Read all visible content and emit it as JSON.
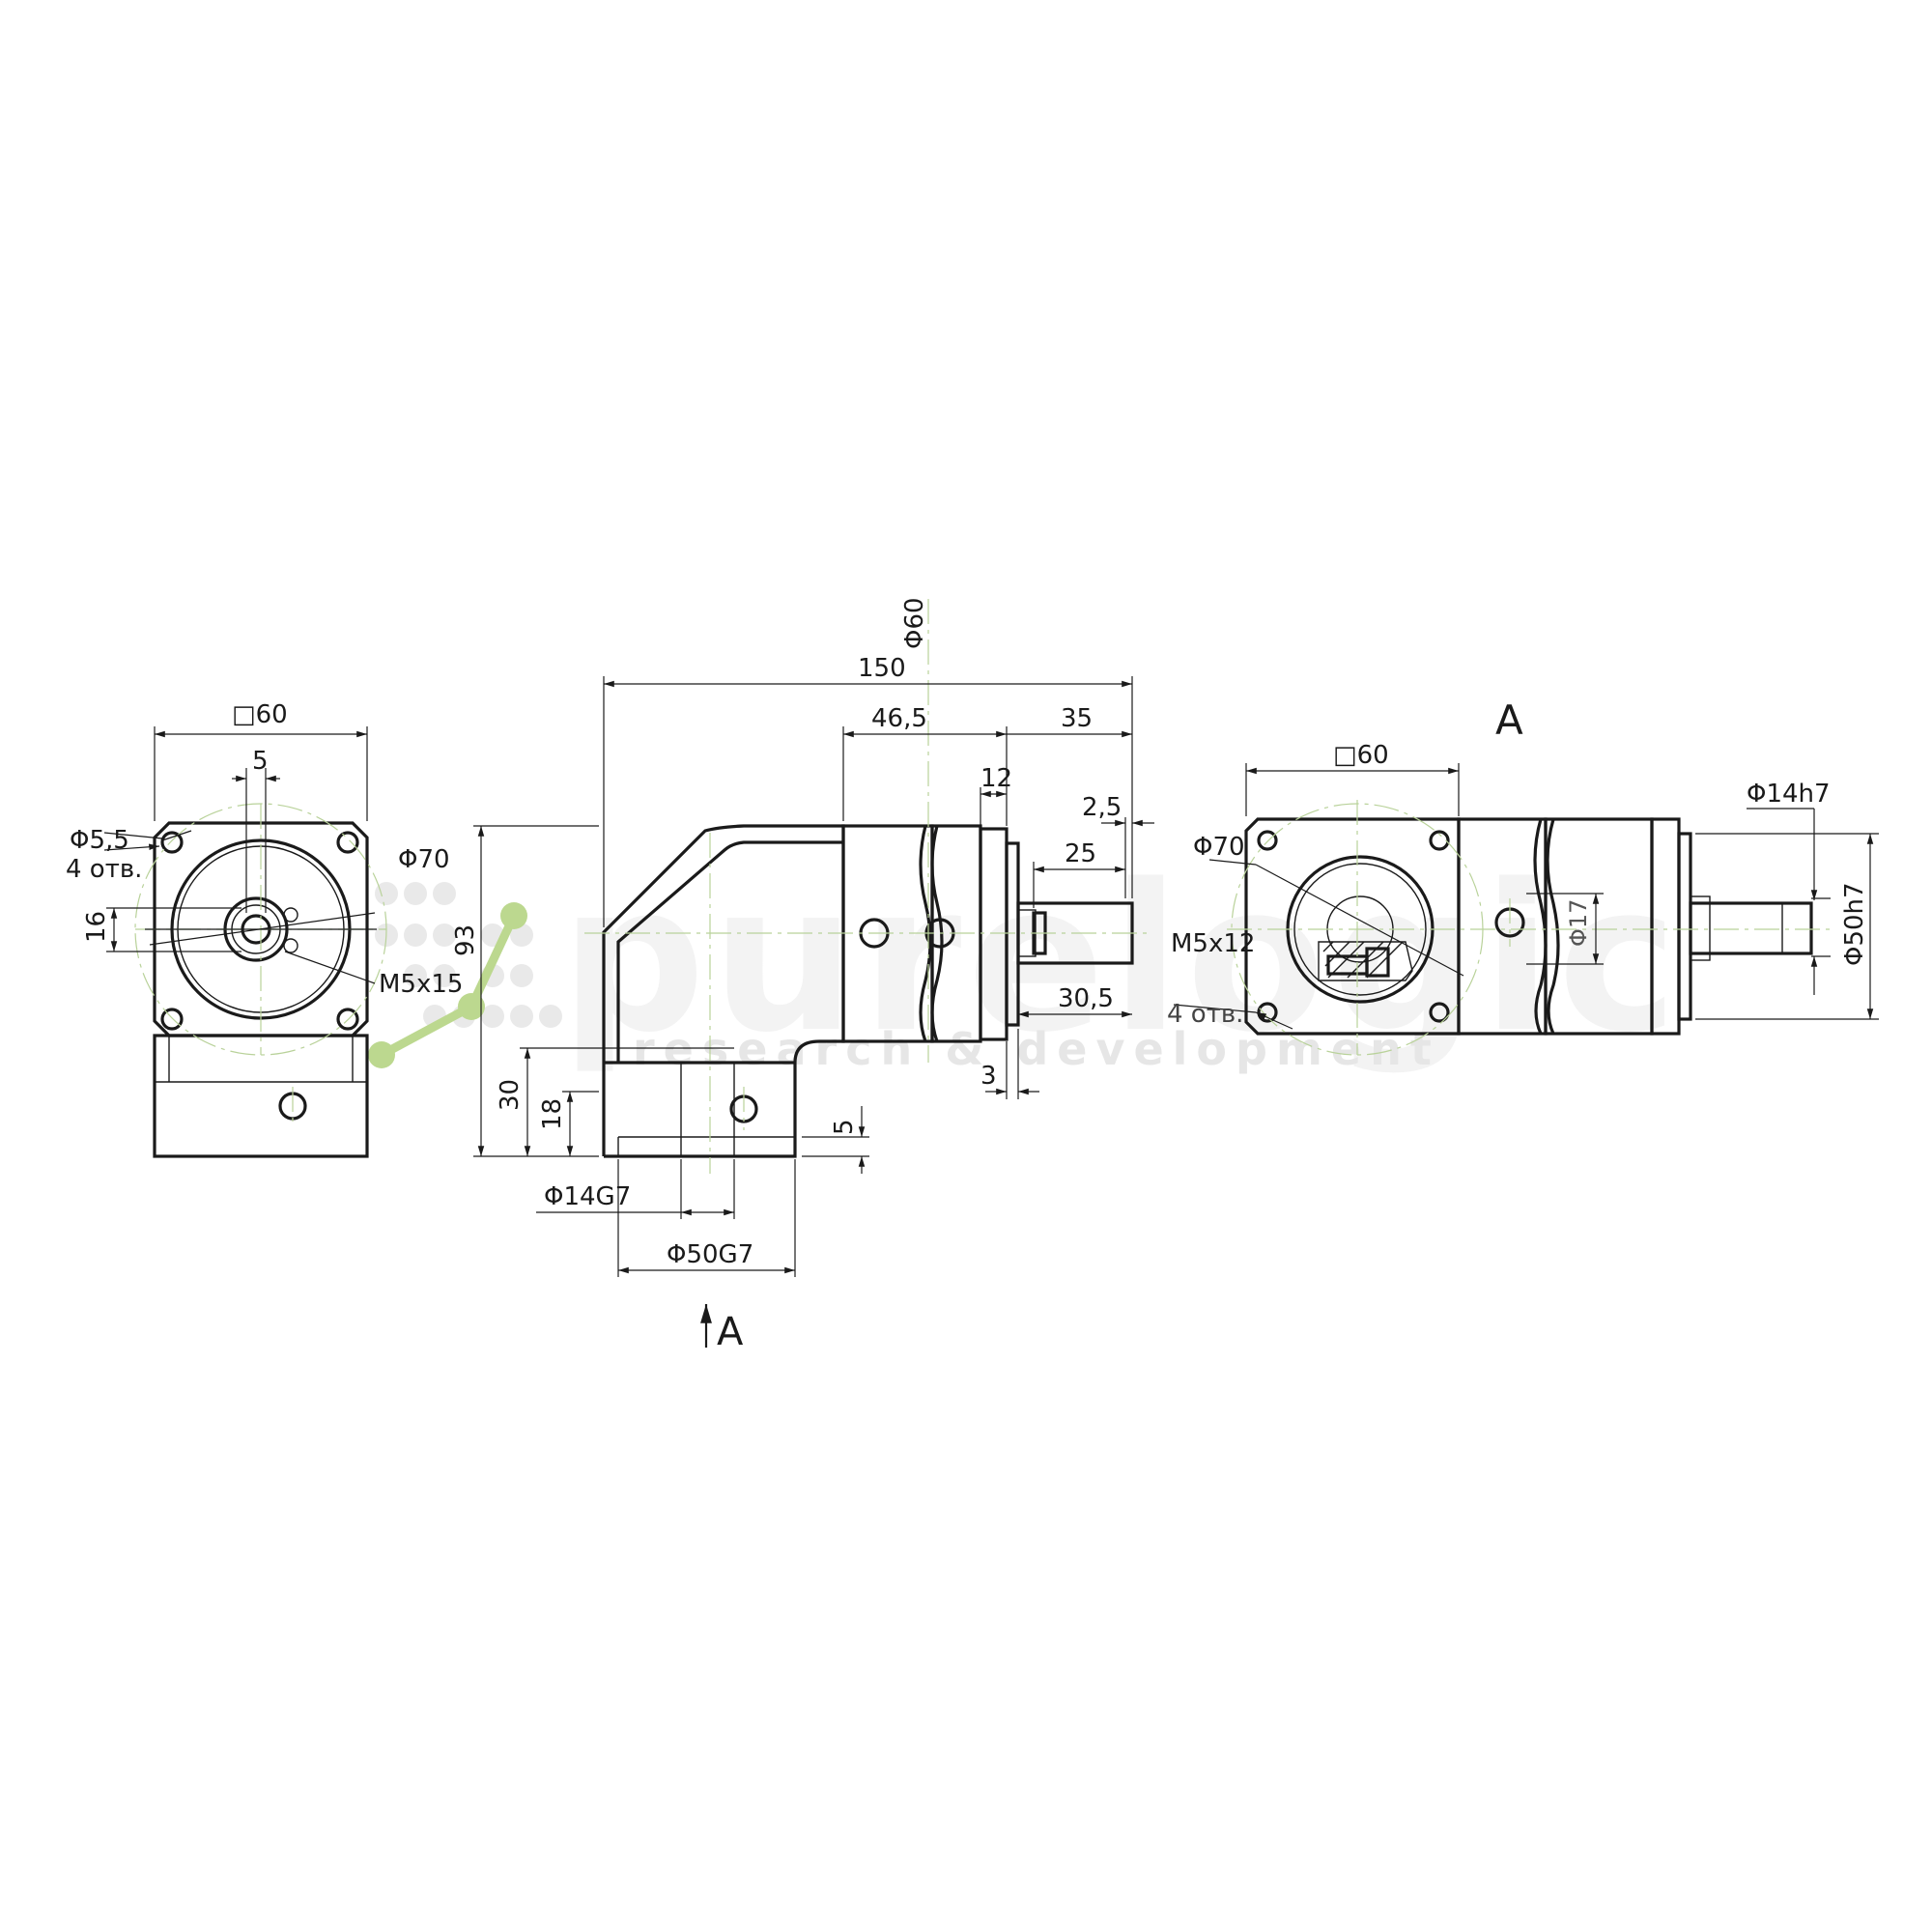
{
  "colors": {
    "line": "#1a1a1a",
    "centerline": "#b9d29a",
    "watermark_accent": "#bcd88f",
    "background": "#ffffff"
  },
  "front_view": {
    "dim_square": "□60",
    "dim_offset": "5",
    "dim_hole": "Φ5,5",
    "dim_hole_count": "4 отв.",
    "dim_pcd": "Φ70",
    "dim_key": "16",
    "dim_thread": "M5x15"
  },
  "side_view": {
    "dim_overall": "150",
    "dim_flange_dia": "Φ60",
    "dim_body": "46,5",
    "dim_shaft_len": "35",
    "dim_flange_thk": "12",
    "dim_shoulder": "2,5",
    "dim_key_len": "25",
    "dim_key_pos": "30,5",
    "dim_pilot": "3",
    "dim_height": "93",
    "dim_base_h": "30",
    "dim_axis_h": "18",
    "dim_recess": "5",
    "dim_bore": "Φ14G7",
    "dim_pilot_bore": "Φ50G7",
    "view_arrow_label": "A"
  },
  "view_a": {
    "title": "A",
    "dim_square": "□60",
    "dim_shaft": "Φ14h7",
    "dim_pcd": "Φ70",
    "dim_bore": "Φ17",
    "dim_spigot": "Φ50h7",
    "dim_thread": "M5x12",
    "dim_hole_count": "4 отв."
  },
  "watermark": {
    "brand": "purelogic",
    "tagline": "research & development"
  }
}
